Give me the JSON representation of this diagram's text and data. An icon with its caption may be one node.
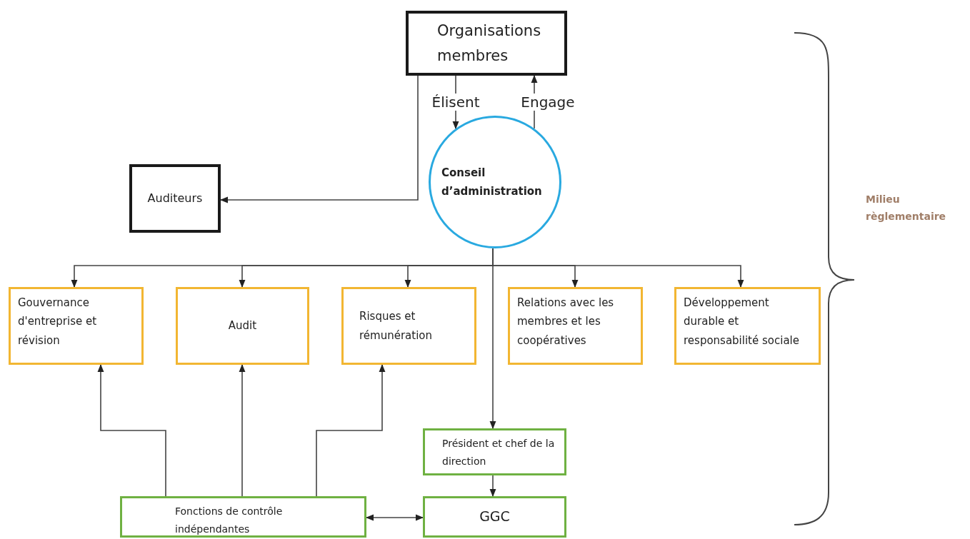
{
  "diagram": {
    "nodes": [
      {
        "text": [
          "Organisations membres"
        ]
      },
      {
        "text": [
          "Conseil d’administration"
        ]
      },
      {
        "text": [
          "Auditeurs"
        ]
      },
      {
        "text": [
          "Gouvernance d'entreprise et révision"
        ]
      },
      {
        "text": [
          "Audit"
        ]
      },
      {
        "text": [
          "Risques et rémunération"
        ]
      },
      {
        "text": [
          "Relations avec les membres et les coopératives"
        ]
      },
      {
        "text": [
          "Développement durable et responsabilité sociale"
        ]
      },
      {
        "text": [
          "Président et chef de la direction"
        ]
      },
      {
        "text": [
          "GGC"
        ]
      },
      {
        "text": [
          "Fonctions de contrôle indépendantes"
        ]
      }
    ],
    "edges": [
      {
        "from": 0,
        "to": 1,
        "arrow": "to",
        "label": "Élisent"
      },
      {
        "from": 1,
        "to": 0,
        "arrow": "to",
        "label": "Engage"
      },
      {
        "from": 0,
        "to": 2,
        "arrow": "to"
      },
      {
        "from": 1,
        "to": 3,
        "arrow": "to"
      },
      {
        "from": 1,
        "to": 4,
        "arrow": "to"
      },
      {
        "from": 1,
        "to": 5,
        "arrow": "to"
      },
      {
        "from": 1,
        "to": 6,
        "arrow": "to"
      },
      {
        "from": 1,
        "to": 7,
        "arrow": "to"
      },
      {
        "from": 1,
        "to": 8,
        "arrow": "to"
      },
      {
        "from": 8,
        "to": 9,
        "arrow": "to"
      },
      {
        "from": 10,
        "to": 3,
        "arrow": "to"
      },
      {
        "from": 10,
        "to": 4,
        "arrow": "to"
      },
      {
        "from": 10,
        "to": 5,
        "arrow": "to"
      },
      {
        "from": 10,
        "to": 9,
        "arrow": "both"
      }
    ],
    "labels": [
      "Milieu règlementaire"
    ]
  }
}
